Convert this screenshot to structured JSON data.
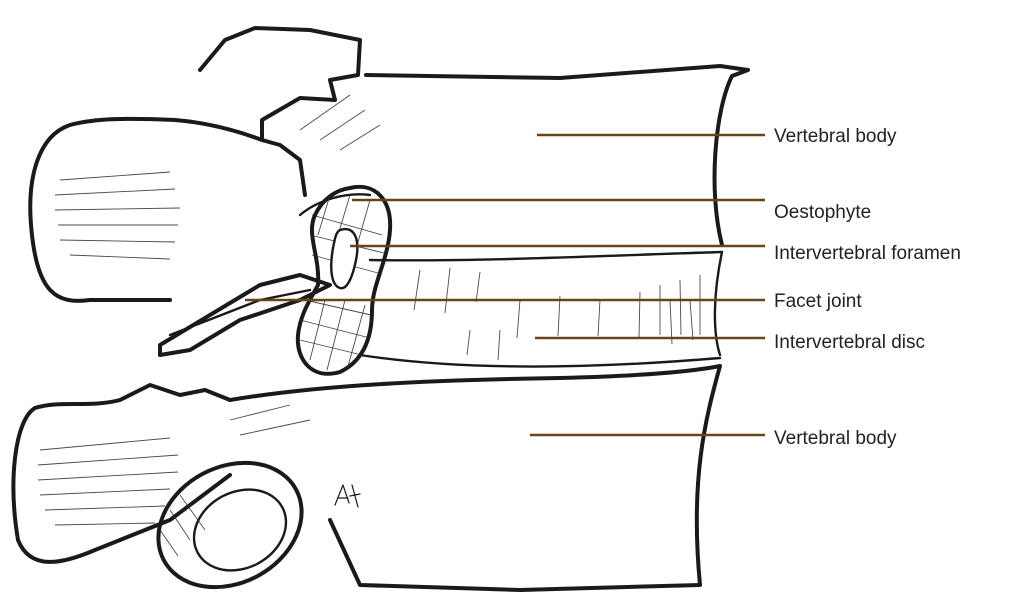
{
  "figure": {
    "leader_color": "#6b4318",
    "text_color": "#222222",
    "labels": [
      "Vertebral body",
      "Oestophyte",
      "Intervertebral foramen",
      "Facet joint",
      "Intervertebral disc",
      "Vertebral body"
    ]
  }
}
